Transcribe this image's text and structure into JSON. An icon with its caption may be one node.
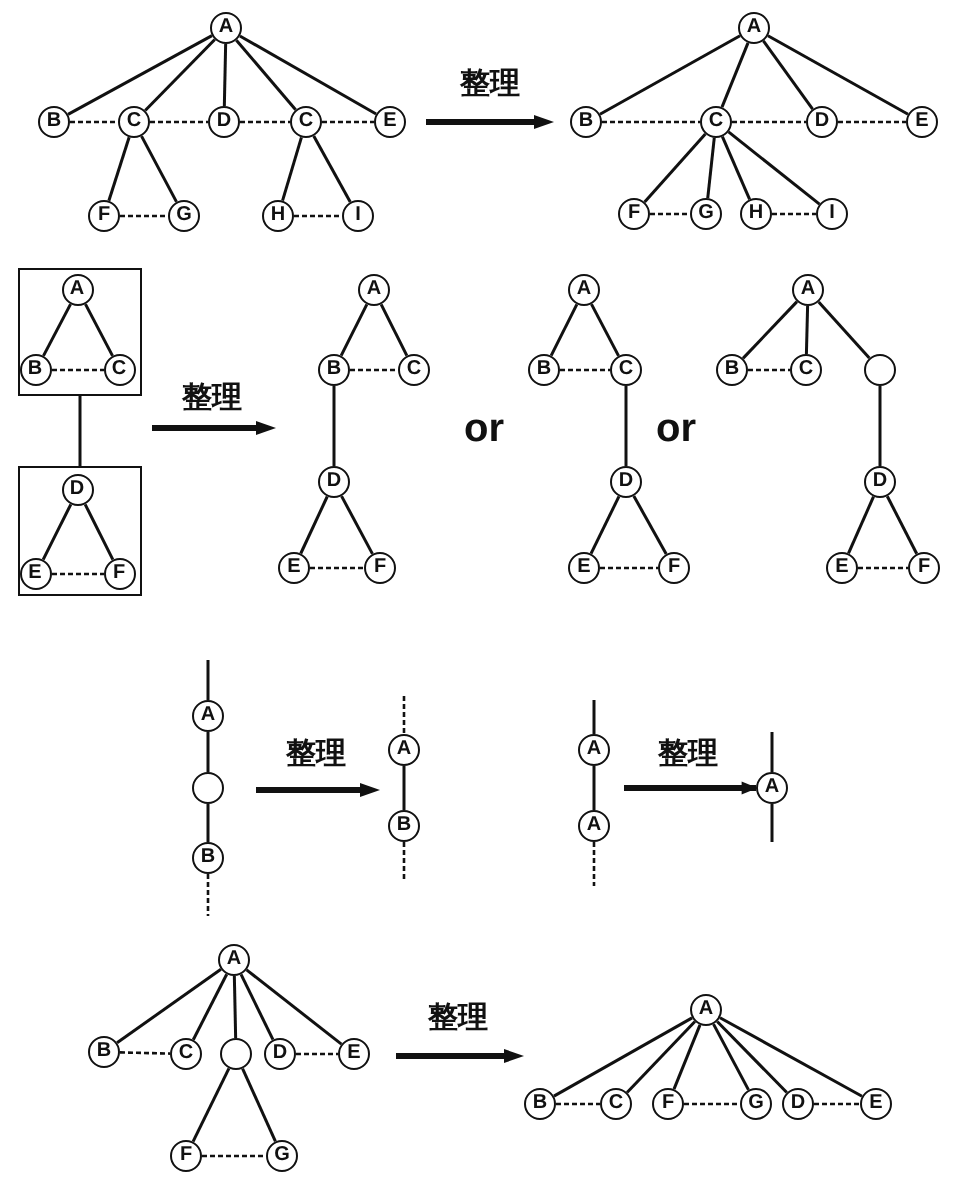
{
  "diagram": {
    "nodes": [
      {
        "text": [
          "A"
        ]
      },
      {
        "text": [
          "B"
        ]
      },
      {
        "text": [
          "C"
        ]
      },
      {
        "text": [
          "D"
        ]
      },
      {
        "text": [
          "C"
        ]
      },
      {
        "text": [
          "E"
        ]
      },
      {
        "text": [
          "F"
        ]
      },
      {
        "text": [
          "G"
        ]
      },
      {
        "text": [
          "H"
        ]
      },
      {
        "text": [
          "I"
        ]
      },
      {
        "text": [
          "A"
        ]
      },
      {
        "text": [
          "B"
        ]
      },
      {
        "text": [
          "C"
        ]
      },
      {
        "text": [
          "D"
        ]
      },
      {
        "text": [
          "E"
        ]
      },
      {
        "text": [
          "F"
        ]
      },
      {
        "text": [
          "G"
        ]
      },
      {
        "text": [
          "H"
        ]
      },
      {
        "text": [
          "I"
        ]
      },
      {
        "text": [],
        "shape": "box"
      },
      {
        "text": [
          "A"
        ],
        "in": 19
      },
      {
        "text": [
          "B"
        ],
        "in": 19
      },
      {
        "text": [
          "C"
        ],
        "in": 19
      },
      {
        "text": [],
        "shape": "box"
      },
      {
        "text": [
          "D"
        ],
        "in": 23
      },
      {
        "text": [
          "E"
        ],
        "in": 23
      },
      {
        "text": [
          "F"
        ],
        "in": 23
      },
      {
        "text": [
          "A"
        ]
      },
      {
        "text": [
          "B"
        ]
      },
      {
        "text": [
          "C"
        ]
      },
      {
        "text": [
          "D"
        ]
      },
      {
        "text": [
          "E"
        ]
      },
      {
        "text": [
          "F"
        ]
      },
      {
        "text": [
          "A"
        ]
      },
      {
        "text": [
          "B"
        ]
      },
      {
        "text": [
          "C"
        ]
      },
      {
        "text": [
          "D"
        ]
      },
      {
        "text": [
          "E"
        ]
      },
      {
        "text": [
          "F"
        ]
      },
      {
        "text": [
          "A"
        ]
      },
      {
        "text": [
          "B"
        ]
      },
      {
        "text": [
          "C"
        ]
      },
      {
        "text": [],
        "shape": "circle"
      },
      {
        "text": [
          "D"
        ]
      },
      {
        "text": [
          "E"
        ]
      },
      {
        "text": [
          "F"
        ]
      },
      {
        "text": [
          "A"
        ]
      },
      {
        "text": [],
        "shape": "circle"
      },
      {
        "text": [
          "B"
        ]
      },
      {
        "text": [
          "A"
        ]
      },
      {
        "text": [
          "B"
        ]
      },
      {
        "text": [
          "A"
        ]
      },
      {
        "text": [
          "A"
        ]
      },
      {
        "text": [
          "A"
        ]
      },
      {
        "text": [
          "A"
        ]
      },
      {
        "text": [
          "B"
        ]
      },
      {
        "text": [
          "C"
        ]
      },
      {
        "text": [],
        "shape": "circle"
      },
      {
        "text": [
          "D"
        ]
      },
      {
        "text": [
          "E"
        ]
      },
      {
        "text": [
          "F"
        ]
      },
      {
        "text": [
          "G"
        ]
      },
      {
        "text": [
          "A"
        ]
      },
      {
        "text": [
          "B"
        ]
      },
      {
        "text": [
          "C"
        ]
      },
      {
        "text": [
          "F"
        ]
      },
      {
        "text": [
          "G"
        ]
      },
      {
        "text": [
          "D"
        ]
      },
      {
        "text": [
          "E"
        ]
      }
    ],
    "edges": [
      {
        "from": 0,
        "to": 1,
        "arrow": "none"
      },
      {
        "from": 0,
        "to": 2,
        "arrow": "none"
      },
      {
        "from": 0,
        "to": 3,
        "arrow": "none"
      },
      {
        "from": 0,
        "to": 4,
        "arrow": "none"
      },
      {
        "from": 0,
        "to": 5,
        "arrow": "none"
      },
      {
        "from": 1,
        "to": 2,
        "arrow": "none",
        "style": "dashed"
      },
      {
        "from": 2,
        "to": 3,
        "arrow": "none",
        "style": "dashed"
      },
      {
        "from": 3,
        "to": 4,
        "arrow": "none",
        "style": "dashed"
      },
      {
        "from": 4,
        "to": 5,
        "arrow": "none",
        "style": "dashed"
      },
      {
        "from": 2,
        "to": 6,
        "arrow": "none"
      },
      {
        "from": 2,
        "to": 7,
        "arrow": "none"
      },
      {
        "from": 6,
        "to": 7,
        "arrow": "none",
        "style": "dashed"
      },
      {
        "from": 4,
        "to": 8,
        "arrow": "none"
      },
      {
        "from": 4,
        "to": 9,
        "arrow": "none"
      },
      {
        "from": 8,
        "to": 9,
        "arrow": "none",
        "style": "dashed"
      },
      {
        "from": 10,
        "to": 11,
        "arrow": "none"
      },
      {
        "from": 10,
        "to": 12,
        "arrow": "none"
      },
      {
        "from": 10,
        "to": 13,
        "arrow": "none"
      },
      {
        "from": 10,
        "to": 14,
        "arrow": "none"
      },
      {
        "from": 11,
        "to": 12,
        "arrow": "none",
        "style": "dashed"
      },
      {
        "from": 12,
        "to": 13,
        "arrow": "none",
        "style": "dashed"
      },
      {
        "from": 13,
        "to": 14,
        "arrow": "none",
        "style": "dashed"
      },
      {
        "from": 12,
        "to": 15,
        "arrow": "none"
      },
      {
        "from": 12,
        "to": 16,
        "arrow": "none"
      },
      {
        "from": 12,
        "to": 17,
        "arrow": "none"
      },
      {
        "from": 12,
        "to": 18,
        "arrow": "none"
      },
      {
        "from": 15,
        "to": 16,
        "arrow": "none",
        "style": "dashed"
      },
      {
        "from": 17,
        "to": 18,
        "arrow": "none",
        "style": "dashed"
      },
      {
        "from": 20,
        "to": 21,
        "arrow": "none"
      },
      {
        "from": 20,
        "to": 22,
        "arrow": "none"
      },
      {
        "from": 21,
        "to": 22,
        "arrow": "none",
        "style": "dashed"
      },
      {
        "from": 19,
        "to": 23,
        "arrow": "none"
      },
      {
        "from": 24,
        "to": 25,
        "arrow": "none"
      },
      {
        "from": 24,
        "to": 26,
        "arrow": "none"
      },
      {
        "from": 25,
        "to": 26,
        "arrow": "none",
        "style": "dashed"
      },
      {
        "from": 27,
        "to": 28,
        "arrow": "none"
      },
      {
        "from": 27,
        "to": 29,
        "arrow": "none"
      },
      {
        "from": 28,
        "to": 29,
        "arrow": "none",
        "style": "dashed"
      },
      {
        "from": 28,
        "to": 30,
        "arrow": "none"
      },
      {
        "from": 30,
        "to": 31,
        "arrow": "none"
      },
      {
        "from": 30,
        "to": 32,
        "arrow": "none"
      },
      {
        "from": 31,
        "to": 32,
        "arrow": "none",
        "style": "dashed"
      },
      {
        "from": 33,
        "to": 34,
        "arrow": "none"
      },
      {
        "from": 33,
        "to": 35,
        "arrow": "none"
      },
      {
        "from": 34,
        "to": 35,
        "arrow": "none",
        "style": "dashed"
      },
      {
        "from": 35,
        "to": 36,
        "arrow": "none"
      },
      {
        "from": 36,
        "to": 37,
        "arrow": "none"
      },
      {
        "from": 36,
        "to": 38,
        "arrow": "none"
      },
      {
        "from": 37,
        "to": 38,
        "arrow": "none",
        "style": "dashed"
      },
      {
        "from": 39,
        "to": 40,
        "arrow": "none"
      },
      {
        "from": 39,
        "to": 41,
        "arrow": "none"
      },
      {
        "from": 39,
        "to": 42,
        "arrow": "none"
      },
      {
        "from": 40,
        "to": 41,
        "arrow": "none",
        "style": "dashed"
      },
      {
        "from": 42,
        "to": 43,
        "arrow": "none"
      },
      {
        "from": 43,
        "to": 44,
        "arrow": "none"
      },
      {
        "from": 43,
        "to": 45,
        "arrow": "none"
      },
      {
        "from": 44,
        "to": 45,
        "arrow": "none",
        "style": "dashed"
      },
      {
        "from": null,
        "to": 46,
        "arrow": "none"
      },
      {
        "from": 46,
        "to": 47,
        "arrow": "none"
      },
      {
        "from": 47,
        "to": 48,
        "arrow": "none"
      },
      {
        "from": 48,
        "to": null,
        "arrow": "none",
        "style": "dashed"
      },
      {
        "from": null,
        "to": 49,
        "arrow": "none",
        "style": "dashed"
      },
      {
        "from": 49,
        "to": 50,
        "arrow": "none"
      },
      {
        "from": 50,
        "to": null,
        "arrow": "none",
        "style": "dashed"
      },
      {
        "from": null,
        "to": 51,
        "arrow": "none"
      },
      {
        "from": 51,
        "to": 52,
        "arrow": "none"
      },
      {
        "from": 52,
        "to": null,
        "arrow": "none",
        "style": "dashed"
      },
      {
        "from": null,
        "to": 53,
        "arrow": "none"
      },
      {
        "from": 53,
        "to": null,
        "arrow": "none"
      },
      {
        "from": 54,
        "to": 55,
        "arrow": "none"
      },
      {
        "from": 54,
        "to": 56,
        "arrow": "none"
      },
      {
        "from": 54,
        "to": 57,
        "arrow": "none"
      },
      {
        "from": 54,
        "to": 58,
        "arrow": "none"
      },
      {
        "from": 54,
        "to": 59,
        "arrow": "none"
      },
      {
        "from": 55,
        "to": 56,
        "arrow": "none",
        "style": "dashed"
      },
      {
        "from": 58,
        "to": 59,
        "arrow": "none",
        "style": "dashed"
      },
      {
        "from": 57,
        "to": 60,
        "arrow": "none"
      },
      {
        "from": 57,
        "to": 61,
        "arrow": "none"
      },
      {
        "from": 60,
        "to": 61,
        "arrow": "none",
        "style": "dashed"
      },
      {
        "from": 62,
        "to": 63,
        "arrow": "none"
      },
      {
        "from": 62,
        "to": 64,
        "arrow": "none"
      },
      {
        "from": 62,
        "to": 65,
        "arrow": "none"
      },
      {
        "from": 62,
        "to": 66,
        "arrow": "none"
      },
      {
        "from": 62,
        "to": 67,
        "arrow": "none"
      },
      {
        "from": 62,
        "to": 68,
        "arrow": "none"
      },
      {
        "from": 63,
        "to": 64,
        "arrow": "none",
        "style": "dashed"
      },
      {
        "from": 65,
        "to": 66,
        "arrow": "none",
        "style": "dashed"
      },
      {
        "from": 67,
        "to": 68,
        "arrow": "none",
        "style": "dashed"
      },
      {
        "from": null,
        "to": 53,
        "arrow": "to",
        "style": "thick"
      }
    ],
    "labels": [
      "整理",
      "整理",
      "or",
      "or",
      "整理",
      "整理",
      "整理"
    ]
  }
}
